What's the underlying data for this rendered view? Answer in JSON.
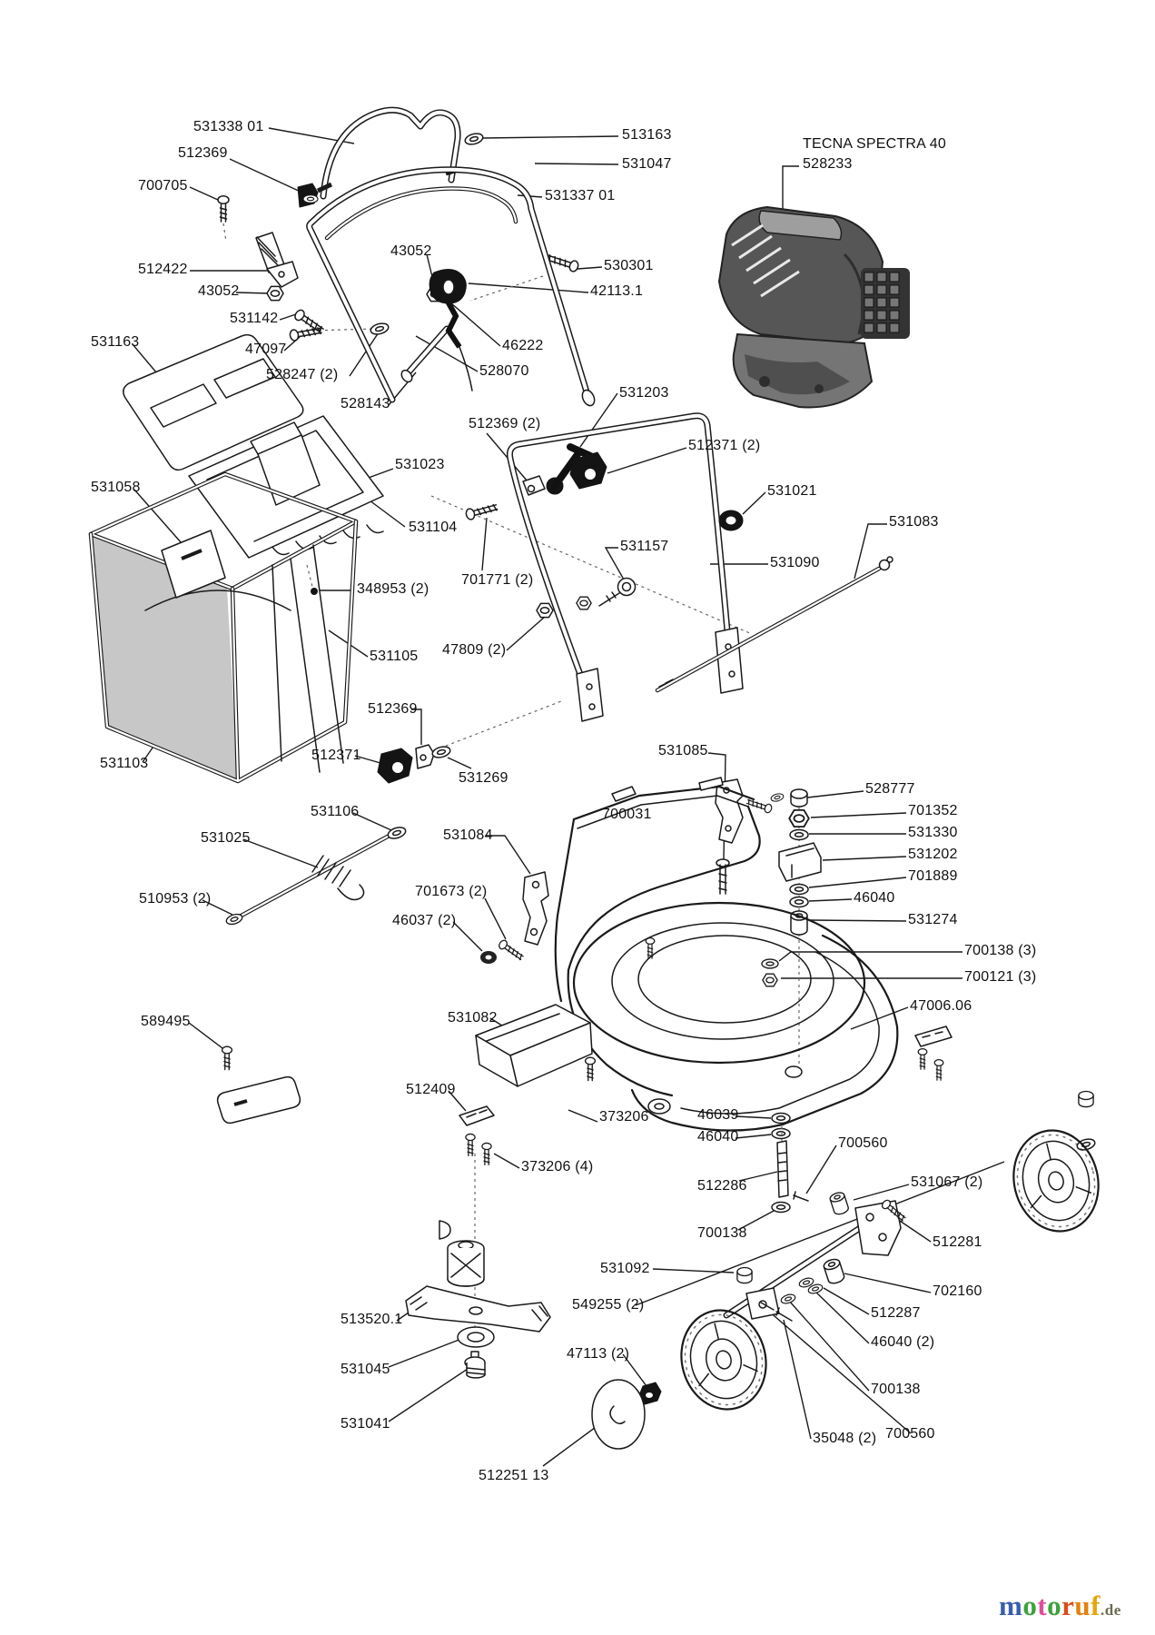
{
  "labels": [
    {
      "text": "531338 01"
    },
    {
      "text": "513163"
    },
    {
      "text": "512369"
    },
    {
      "text": "531047"
    },
    {
      "text": "700705"
    },
    {
      "text": "531337 01"
    },
    {
      "text": "TECNA SPECTRA 40"
    },
    {
      "text": "528233"
    },
    {
      "text": "43052"
    },
    {
      "text": "530301"
    },
    {
      "text": "512422"
    },
    {
      "text": "42113.1"
    },
    {
      "text": "43052"
    },
    {
      "text": "531142"
    },
    {
      "text": "46222"
    },
    {
      "text": "47097"
    },
    {
      "text": "528070"
    },
    {
      "text": "528247 (2)"
    },
    {
      "text": "531163"
    },
    {
      "text": "528143"
    },
    {
      "text": "531203"
    },
    {
      "text": "512369 (2)"
    },
    {
      "text": "512371 (2)"
    },
    {
      "text": "531023"
    },
    {
      "text": "531021"
    },
    {
      "text": "531058"
    },
    {
      "text": "531104"
    },
    {
      "text": "531083"
    },
    {
      "text": "531157"
    },
    {
      "text": "531090"
    },
    {
      "text": "701771 (2)"
    },
    {
      "text": "348953 (2)"
    },
    {
      "text": "47809 (2)"
    },
    {
      "text": "531105"
    },
    {
      "text": "512369"
    },
    {
      "text": "512371"
    },
    {
      "text": "531269"
    },
    {
      "text": "531103"
    },
    {
      "text": "531085"
    },
    {
      "text": "700031"
    },
    {
      "text": "528777"
    },
    {
      "text": "701352"
    },
    {
      "text": "531330"
    },
    {
      "text": "531106"
    },
    {
      "text": "531202"
    },
    {
      "text": "701889"
    },
    {
      "text": "531025"
    },
    {
      "text": "46040"
    },
    {
      "text": "510953 (2)"
    },
    {
      "text": "701673 (2)"
    },
    {
      "text": "531274"
    },
    {
      "text": "531084"
    },
    {
      "text": "46037 (2)"
    },
    {
      "text": "700138 (3)"
    },
    {
      "text": "700121 (3)"
    },
    {
      "text": "589495"
    },
    {
      "text": "531082"
    },
    {
      "text": "47006.06"
    },
    {
      "text": "512409"
    },
    {
      "text": "373206"
    },
    {
      "text": "46039"
    },
    {
      "text": "46040"
    },
    {
      "text": "700560"
    },
    {
      "text": "373206 (4)"
    },
    {
      "text": "512286"
    },
    {
      "text": "531067 (2)"
    },
    {
      "text": "700138"
    },
    {
      "text": "512281"
    },
    {
      "text": "531092"
    },
    {
      "text": "702160"
    },
    {
      "text": "549255 (2)"
    },
    {
      "text": "513520.1"
    },
    {
      "text": "512287"
    },
    {
      "text": "47113 (2)"
    },
    {
      "text": "46040 (2)"
    },
    {
      "text": "531045"
    },
    {
      "text": "700138"
    },
    {
      "text": "531041"
    },
    {
      "text": "35048 (2)"
    },
    {
      "text": "700560"
    },
    {
      "text": "512251 13"
    }
  ],
  "brand": {
    "letters": [
      {
        "ch": "m",
        "style": "color:#3a5eae"
      },
      {
        "ch": "o",
        "style": "color:#3da13d"
      },
      {
        "ch": "t",
        "style": "color:#df4f9b"
      },
      {
        "ch": "o",
        "style": "color:#3da13d"
      },
      {
        "ch": "r",
        "style": "color:#d94f1e"
      },
      {
        "ch": "u",
        "style": "color:#e2820e"
      },
      {
        "ch": "f",
        "style": "color:#e6a50a"
      }
    ],
    "suffix": ".de",
    "suffix_style": "color:#6b6b52"
  }
}
